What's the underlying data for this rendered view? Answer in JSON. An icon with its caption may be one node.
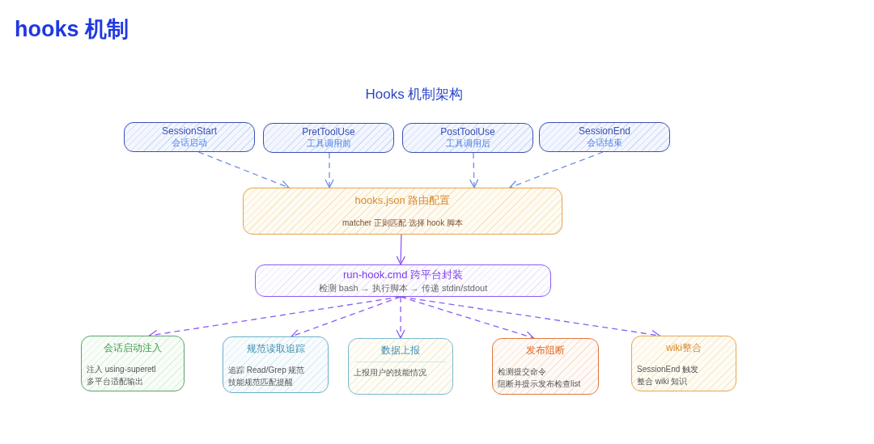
{
  "diagram": {
    "title": "hooks 机制",
    "nodes": [
      {
        "text": [
          "SessionStart",
          "会话启动"
        ]
      },
      {
        "text": [
          "PretToolUse",
          "工具调用前"
        ]
      },
      {
        "text": [
          "PostToolUse",
          "工具调用后"
        ]
      },
      {
        "text": [
          "SessionEnd",
          "会话结束"
        ]
      },
      {
        "text": [
          "hooks.json 路由配置",
          "matcher 正则匹配 选择 hook 脚本"
        ]
      },
      {
        "text": [
          "run-hook.cmd 跨平台封装",
          "检测 bash → 执行脚本 → 传递 stdin/stdout"
        ]
      },
      {
        "text": [
          "会话启动注入",
          "注入 using-superetl",
          "多平台适配输出"
        ]
      },
      {
        "text": [
          "规范读取追踪",
          "追踪 Read/Grep 规范",
          "技能规范匹配提醒"
        ]
      },
      {
        "text": [
          "数据上报",
          "上报用户的技能情况"
        ]
      },
      {
        "text": [
          "发布阻断",
          "检测提交命令",
          "阻断并提示发布检查list"
        ]
      },
      {
        "text": [
          "wiki整合",
          "SessionEnd 触发",
          "整合 wiki 知识"
        ]
      }
    ],
    "edges": [
      {
        "from": 0,
        "to": 4,
        "arrow": "to",
        "style": "dashed",
        "color": "#6f8fe0"
      },
      {
        "from": 1,
        "to": 4,
        "arrow": "to",
        "style": "dashed",
        "color": "#6f8fe0"
      },
      {
        "from": 2,
        "to": 4,
        "arrow": "to",
        "style": "dashed",
        "color": "#6f8fe0"
      },
      {
        "from": 3,
        "to": 4,
        "arrow": "to",
        "style": "dashed",
        "color": "#6f8fe0"
      },
      {
        "from": 4,
        "to": 5,
        "arrow": "to"
      },
      {
        "from": 5,
        "to": 6,
        "arrow": "to",
        "style": "dashed"
      },
      {
        "from": 5,
        "to": 7,
        "arrow": "to",
        "style": "dashed"
      },
      {
        "from": 5,
        "to": 8,
        "arrow": "to",
        "style": "dashed"
      },
      {
        "from": 5,
        "to": 9,
        "arrow": "to",
        "style": "dashed"
      },
      {
        "from": 5,
        "to": 10,
        "arrow": "to",
        "style": "dashed"
      }
    ],
    "labels": [
      "Hooks 机制架构"
    ]
  }
}
